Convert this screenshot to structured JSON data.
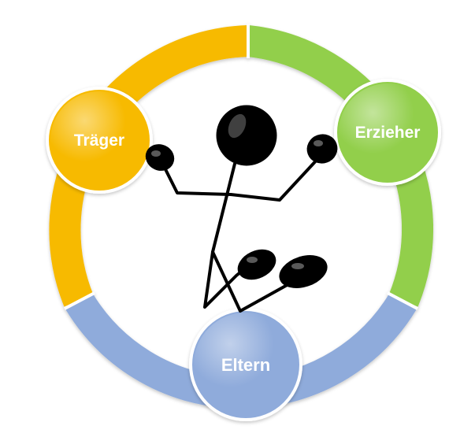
{
  "diagram": {
    "nodes": [
      {
        "key": "traeger",
        "label": "Träger",
        "color": "#F7BA00"
      },
      {
        "key": "erzieher",
        "label": "Erzieher",
        "color": "#92CF4B"
      },
      {
        "key": "eltern",
        "label": "Eltern",
        "color": "#8FABDB"
      }
    ],
    "ring_segments": [
      {
        "key": "traeger-segment",
        "color": "#F7BA00"
      },
      {
        "key": "erzieher-segment",
        "color": "#92CF4B"
      },
      {
        "key": "eltern-segment",
        "color": "#8FABDB"
      }
    ],
    "figure": {
      "icon": "juggling-stick-figure",
      "color": "#000000"
    }
  }
}
